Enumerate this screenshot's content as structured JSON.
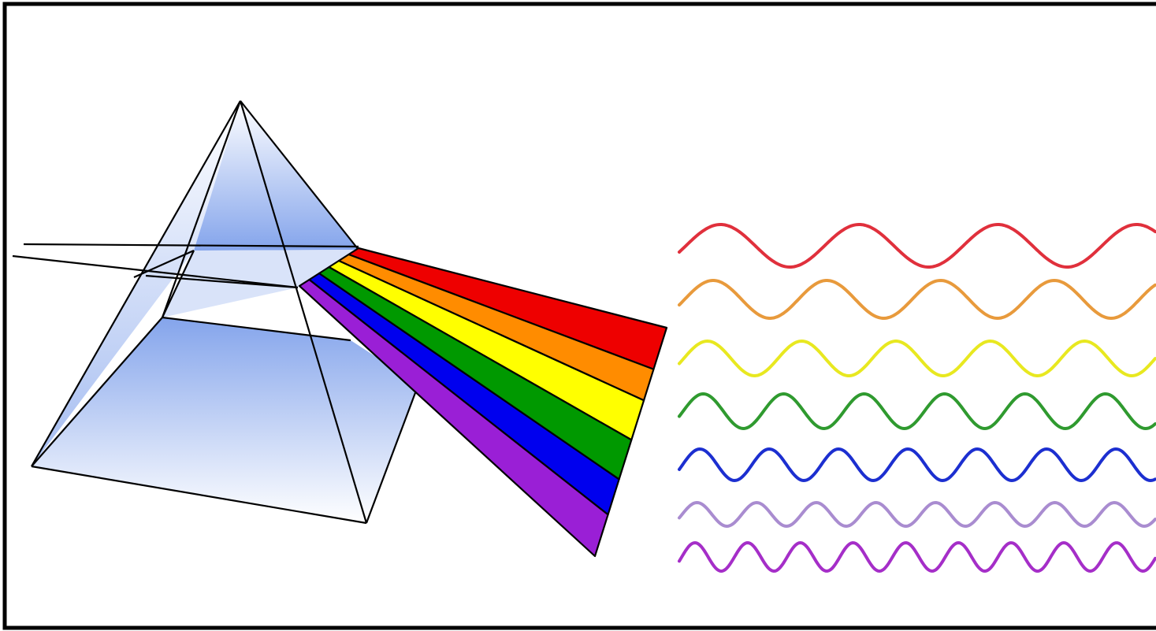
{
  "diagram": {
    "subject": "prism-dispersion",
    "prism_fill_color": "#5b86e5",
    "outline_color": "#000000",
    "background_color": "#ffffff",
    "spectrum_bands": [
      {
        "color_name": "red",
        "color": "#ee0000"
      },
      {
        "color_name": "orange",
        "color": "#ff8c00"
      },
      {
        "color_name": "yellow",
        "color": "#ffff00"
      },
      {
        "color_name": "green",
        "color": "#009900"
      },
      {
        "color_name": "blue",
        "color": "#0000ee"
      },
      {
        "color_name": "violet",
        "color": "#9a1fd6"
      }
    ],
    "waves": [
      {
        "color_name": "red",
        "color": "#e0303c",
        "relative_wavelength": 1.0
      },
      {
        "color_name": "orange",
        "color": "#e89a3c",
        "relative_wavelength": 0.82
      },
      {
        "color_name": "yellow",
        "color": "#e8e820",
        "relative_wavelength": 0.68
      },
      {
        "color_name": "green",
        "color": "#2f9a2f",
        "relative_wavelength": 0.58
      },
      {
        "color_name": "blue",
        "color": "#1c2fd0",
        "relative_wavelength": 0.5
      },
      {
        "color_name": "lavender",
        "color": "#a98cd0",
        "relative_wavelength": 0.43
      },
      {
        "color_name": "violet",
        "color": "#a52ec8",
        "relative_wavelength": 0.38
      }
    ]
  }
}
